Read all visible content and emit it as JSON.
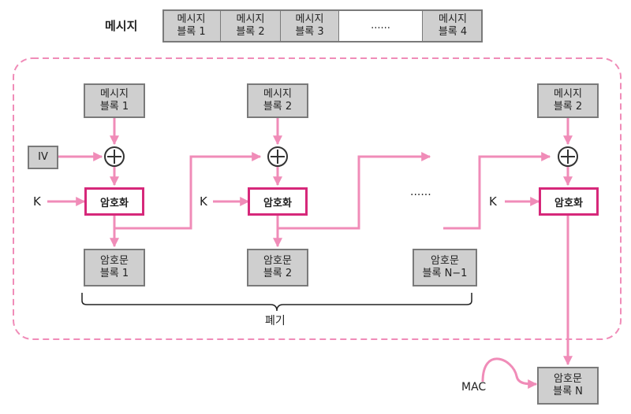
{
  "header": {
    "label": "메시지",
    "cells": [
      {
        "line1": "메시지",
        "line2": "블록 1"
      },
      {
        "line1": "메시지",
        "line2": "블록 2"
      },
      {
        "line1": "메시지",
        "line2": "블록 3"
      },
      {
        "line1": "......",
        "line2": ""
      },
      {
        "line1": "메시지",
        "line2": "블록 4"
      }
    ]
  },
  "stages": [
    {
      "msg_line1": "메시지",
      "msg_line2": "블록 1",
      "iv": "IV",
      "key": "K",
      "enc": "암호화",
      "out_line1": "암호문",
      "out_line2": "블록 1"
    },
    {
      "msg_line1": "메시지",
      "msg_line2": "블록 2",
      "key": "K",
      "enc": "암호화",
      "out_line1": "암호문",
      "out_line2": "블록 2"
    },
    {
      "out_line1": "암호문",
      "out_line2": "블록 N−1"
    },
    {
      "msg_line1": "메시지",
      "msg_line2": "블록 2",
      "key": "K",
      "enc": "암호화"
    }
  ],
  "ellipsis": "......",
  "discard_label": "폐기",
  "final": {
    "mac": "MAC",
    "out_line1": "암호문",
    "out_line2": "블록 N"
  },
  "colors": {
    "arrow": "#f08cb8",
    "enc_border": "#d6287a",
    "box_fill": "#cfcfcf",
    "box_border": "#7a7a7a",
    "dashed": "#f08cb8"
  }
}
